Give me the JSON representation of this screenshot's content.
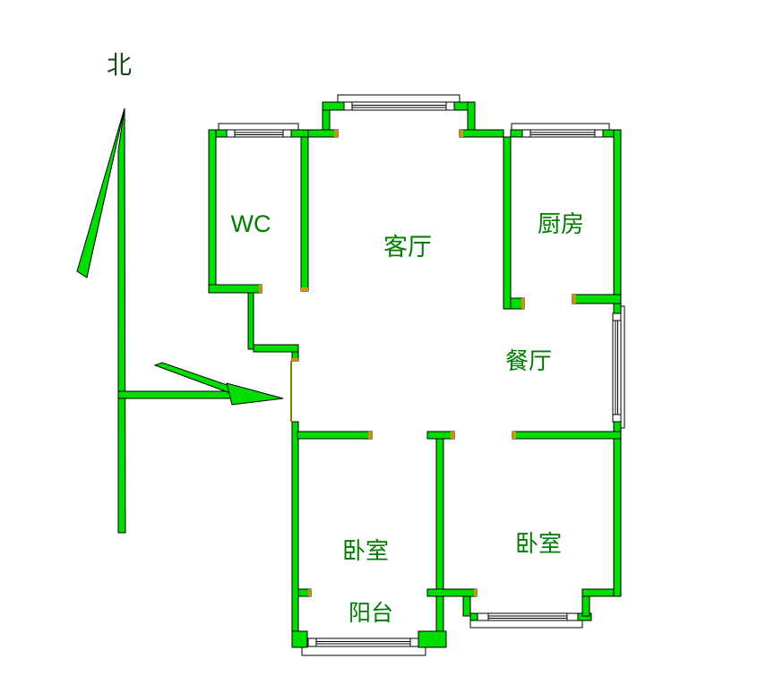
{
  "plan": {
    "compass_label": "北",
    "rooms": [
      {
        "id": "wc",
        "label": "WC"
      },
      {
        "id": "living",
        "label": "客厅"
      },
      {
        "id": "kitchen",
        "label": "厨房"
      },
      {
        "id": "dining",
        "label": "餐厅"
      },
      {
        "id": "bedroom-left",
        "label": "卧室"
      },
      {
        "id": "bedroom-right",
        "label": "卧室"
      },
      {
        "id": "balcony",
        "label": "阳台"
      }
    ],
    "colors": {
      "background": "#ffffff",
      "wall": "#00dd00",
      "label": "#007d00",
      "compass": "#1b4a1b",
      "cap": "#cc9900",
      "door": "#808000"
    }
  }
}
